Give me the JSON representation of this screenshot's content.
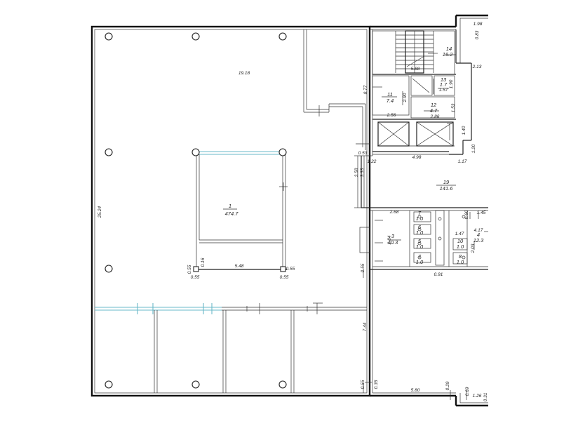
{
  "rooms": [
    {
      "num": "1",
      "area": "474.7"
    },
    {
      "num": "3",
      "area": "10.3"
    },
    {
      "num": "11",
      "area": "7.4"
    },
    {
      "num": "12",
      "area": "4.7"
    },
    {
      "num": "13",
      "area": "1.7"
    },
    {
      "num": "14",
      "area": "16.2"
    },
    {
      "num": "19",
      "area": "141.6"
    },
    {
      "num": "4",
      "area": "12.3"
    },
    {
      "num": "7",
      "area": "1.0"
    },
    {
      "num": "6",
      "area": "1.0"
    },
    {
      "num": "5",
      "area": "1.0"
    },
    {
      "num": "7",
      "area": "1.0"
    },
    {
      "num": "10",
      "area": "1.0"
    },
    {
      "num": "8",
      "area": "1.0"
    }
  ],
  "dims": {
    "d1918": "19.18",
    "d2524": "25.24",
    "d548": "5.48",
    "d055a": "0.55",
    "d055b": "0.55",
    "d055c": "0.55",
    "d016": "0.16",
    "d055d": "0.55",
    "d877": "8.77",
    "d290": "2.90",
    "d256": "2.56",
    "d286": "2.86",
    "d153": "1.53",
    "d157": "1.57",
    "d190": "1.90",
    "d498": "4.98",
    "d122": "1.22",
    "d053": "0.53",
    "d140": "1.40",
    "d120": "1.20",
    "d117": "1.17",
    "d358": "3.58",
    "d333": "3.33",
    "d198": "1.98",
    "d083": "0.83",
    "d213": "2.13",
    "d588": "5.88",
    "d268": "2.68",
    "d284": "2.84",
    "d147": "1.47",
    "d060": "0.60",
    "d145": "1.45",
    "d417": "4.17",
    "d203": "2.03",
    "d091": "0.91",
    "d055e": "0.55",
    "d744": "7.44",
    "d055f": "0.55",
    "d035": "0.35",
    "d580": "5.80",
    "d029": "0.29",
    "d069": "0.69",
    "d126": "1.26",
    "d031": "0.31"
  }
}
